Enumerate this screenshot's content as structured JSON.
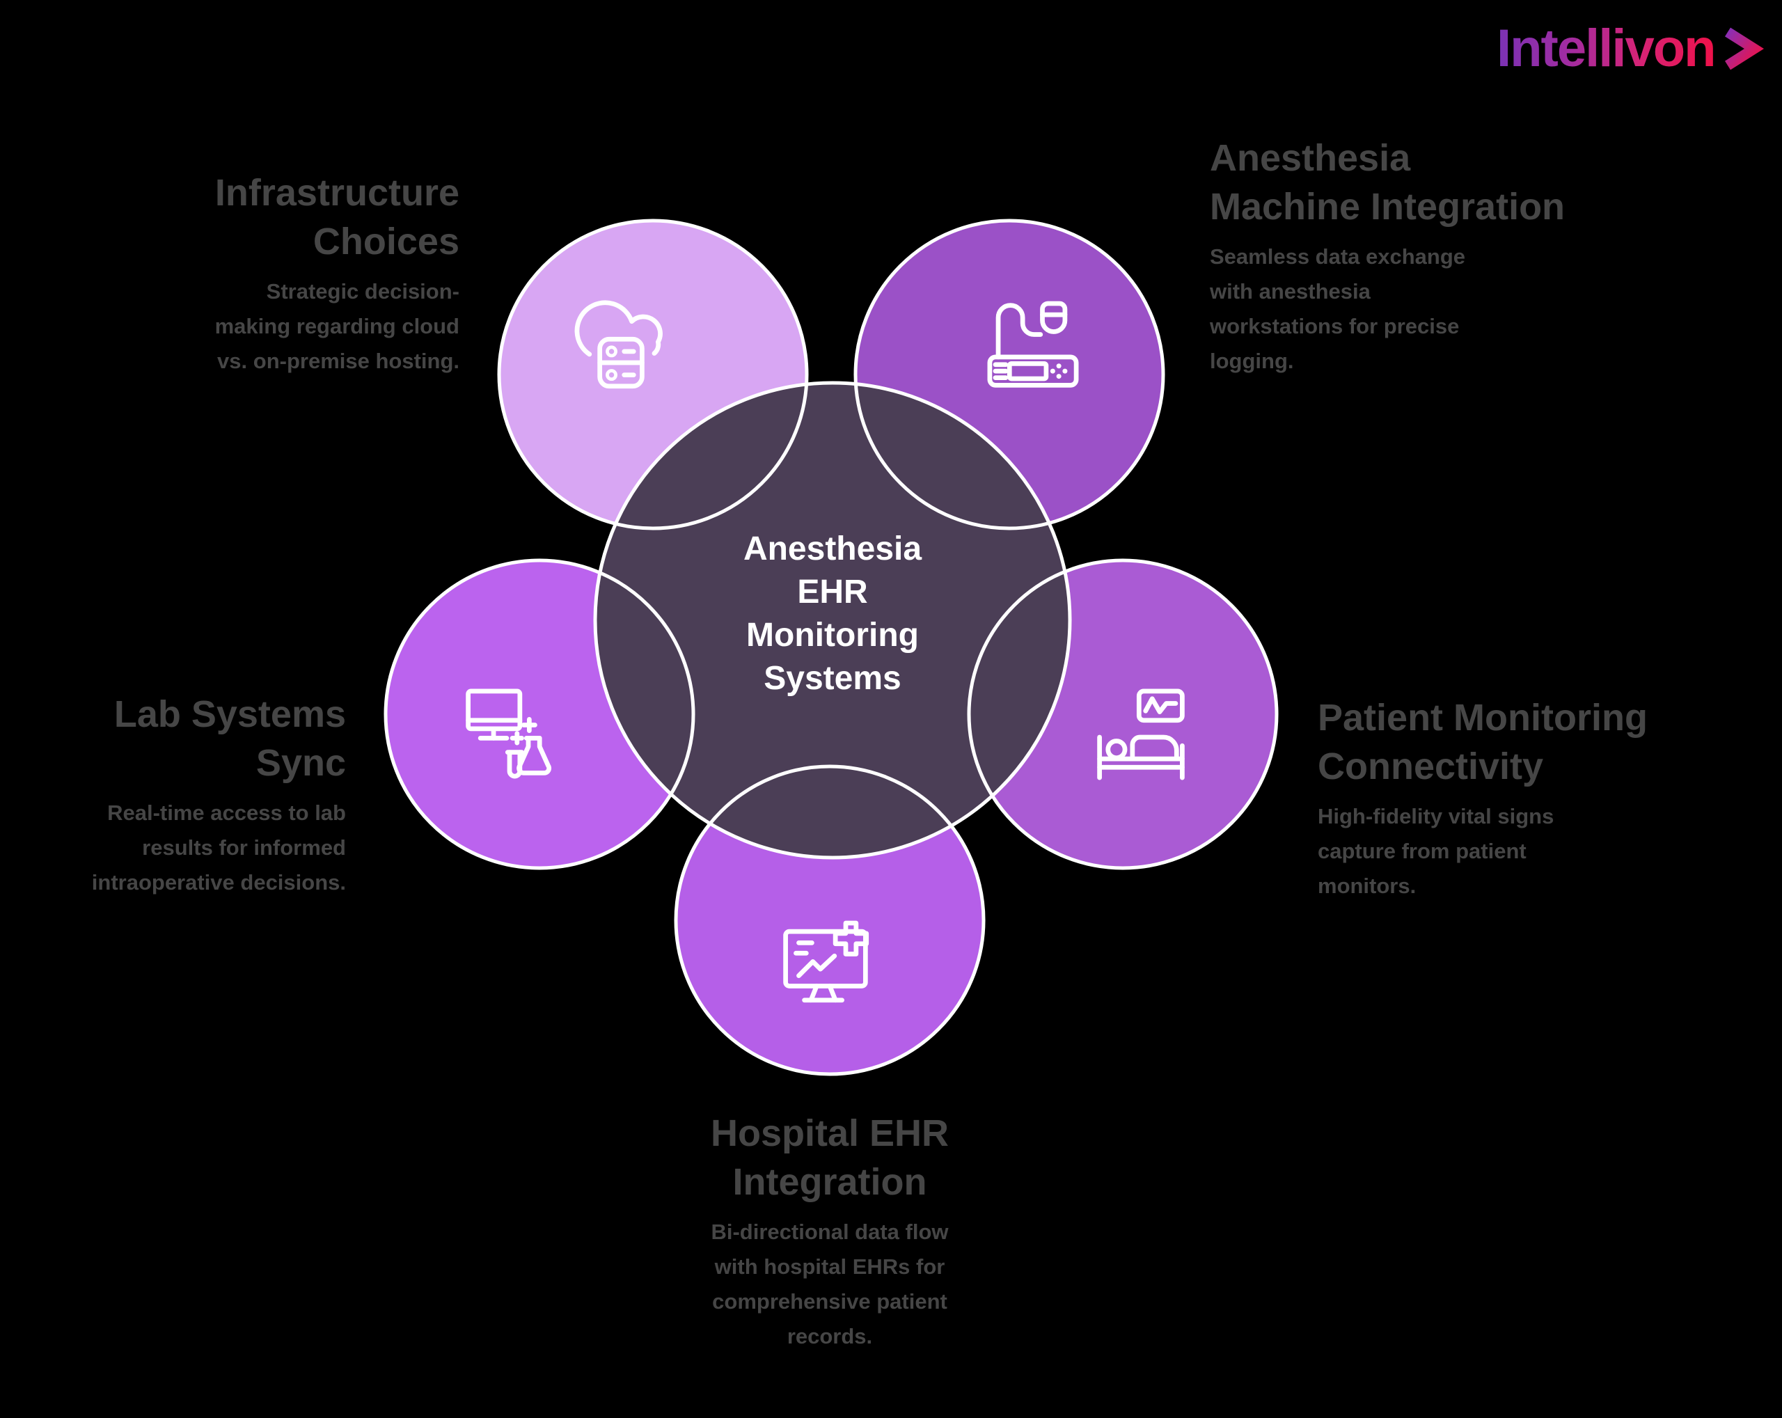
{
  "brand": {
    "logo_text": "Intellivon",
    "chevron_icon": "chevron-right-icon",
    "logo_gradient": [
      "#7A32B4",
      "#EF1149"
    ]
  },
  "center": {
    "title_lines": [
      "Anesthesia",
      "EHR",
      "Monitoring",
      "Systems"
    ],
    "fill": "#4B3E56",
    "text_color": "#FFFFFF",
    "border_color": "#FFFFFF"
  },
  "text_color": "#464646",
  "background_color": "#000000",
  "nodes": [
    {
      "label": "Infrastructure Choices",
      "position": "top-left",
      "icon": "cloud-server-icon",
      "circle_color": "#D8A6F3",
      "title_lines": [
        "Infrastructure",
        "Choices"
      ],
      "body_lines": [
        "Strategic decision-",
        "making regarding cloud",
        "vs. on-premise hosting."
      ]
    },
    {
      "label": "Anesthesia Machine Integration",
      "position": "top-right",
      "icon": "anesthesia-machine-icon",
      "circle_color": "#9B51C7",
      "title_lines": [
        "Anesthesia",
        "Machine Integration"
      ],
      "body_lines": [
        "Seamless data exchange",
        "with anesthesia",
        "workstations for precise",
        "logging."
      ]
    },
    {
      "label": "Lab Systems Sync",
      "position": "left",
      "icon": "lab-monitor-icon",
      "circle_color": "#BB63EE",
      "title_lines": [
        "Lab Systems",
        "Sync"
      ],
      "body_lines": [
        "Real-time access to lab",
        "results for informed",
        "intraoperative decisions."
      ]
    },
    {
      "label": "Patient Monitoring Connectivity",
      "position": "right",
      "icon": "patient-bed-monitor-icon",
      "circle_color": "#AA5BD4",
      "title_lines": [
        "Patient Monitoring",
        "Connectivity"
      ],
      "body_lines": [
        "High-fidelity vital signs",
        "capture from patient",
        "monitors."
      ]
    },
    {
      "label": "Hospital EHR Integration",
      "position": "bottom",
      "icon": "ehr-monitor-icon",
      "circle_color": "#B55FE8",
      "title_lines": [
        "Hospital EHR",
        "Integration"
      ],
      "body_lines": [
        "Bi-directional data flow",
        "with hospital EHRs for",
        "comprehensive patient",
        "records."
      ]
    }
  ]
}
